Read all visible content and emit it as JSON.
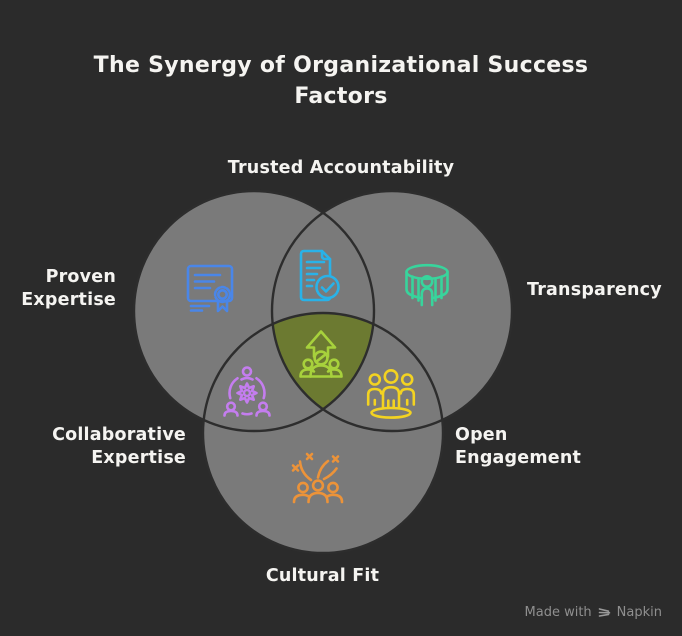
{
  "title": {
    "line1": "The Synergy of Organizational Success",
    "line2": "Factors"
  },
  "labels": {
    "trusted": "Trusted Accountability",
    "proven": [
      "Proven",
      "Expertise"
    ],
    "transparency": "Transparency",
    "collaborative": [
      "Collaborative",
      "Expertise"
    ],
    "open": [
      "Open",
      "Engagement"
    ],
    "cultural": "Cultural Fit"
  },
  "venn": {
    "type": "venn3",
    "regions": [
      {
        "region": "left-circle",
        "label": "Proven Expertise",
        "icon": "certificate-icon"
      },
      {
        "region": "top-lens",
        "label": "Trusted Accountability",
        "icon": "document-check-icon"
      },
      {
        "region": "right-circle",
        "label": "Transparency",
        "icon": "transparency-cylinder-icon"
      },
      {
        "region": "left-bottom-lens",
        "label": "Collaborative Expertise",
        "icon": "collaboration-gear-icon"
      },
      {
        "region": "right-bottom-lens",
        "label": "Open Engagement",
        "icon": "people-group-icon"
      },
      {
        "region": "bottom-circle",
        "label": "Cultural Fit",
        "icon": "celebration-icon"
      },
      {
        "region": "center",
        "label": "",
        "icon": "growth-arrow-icon"
      }
    ]
  },
  "colors": {
    "background": "#2b2b2b",
    "circle_fill": "#7a7a7a",
    "circle_stroke": "#2d2d2d",
    "center_fill": "#6c7a31",
    "text": "#f5f4f1",
    "watermark": "#8f8f8f",
    "certificate": "#4a86e8",
    "document_check": "#29b2e8",
    "transparency": "#38d49c",
    "collaboration": "#c47def",
    "engagement": "#f3d321",
    "culture": "#ec9339",
    "growth": "#a7d13c"
  },
  "watermark": {
    "made_with": "Made with",
    "brand": "Napkin"
  }
}
